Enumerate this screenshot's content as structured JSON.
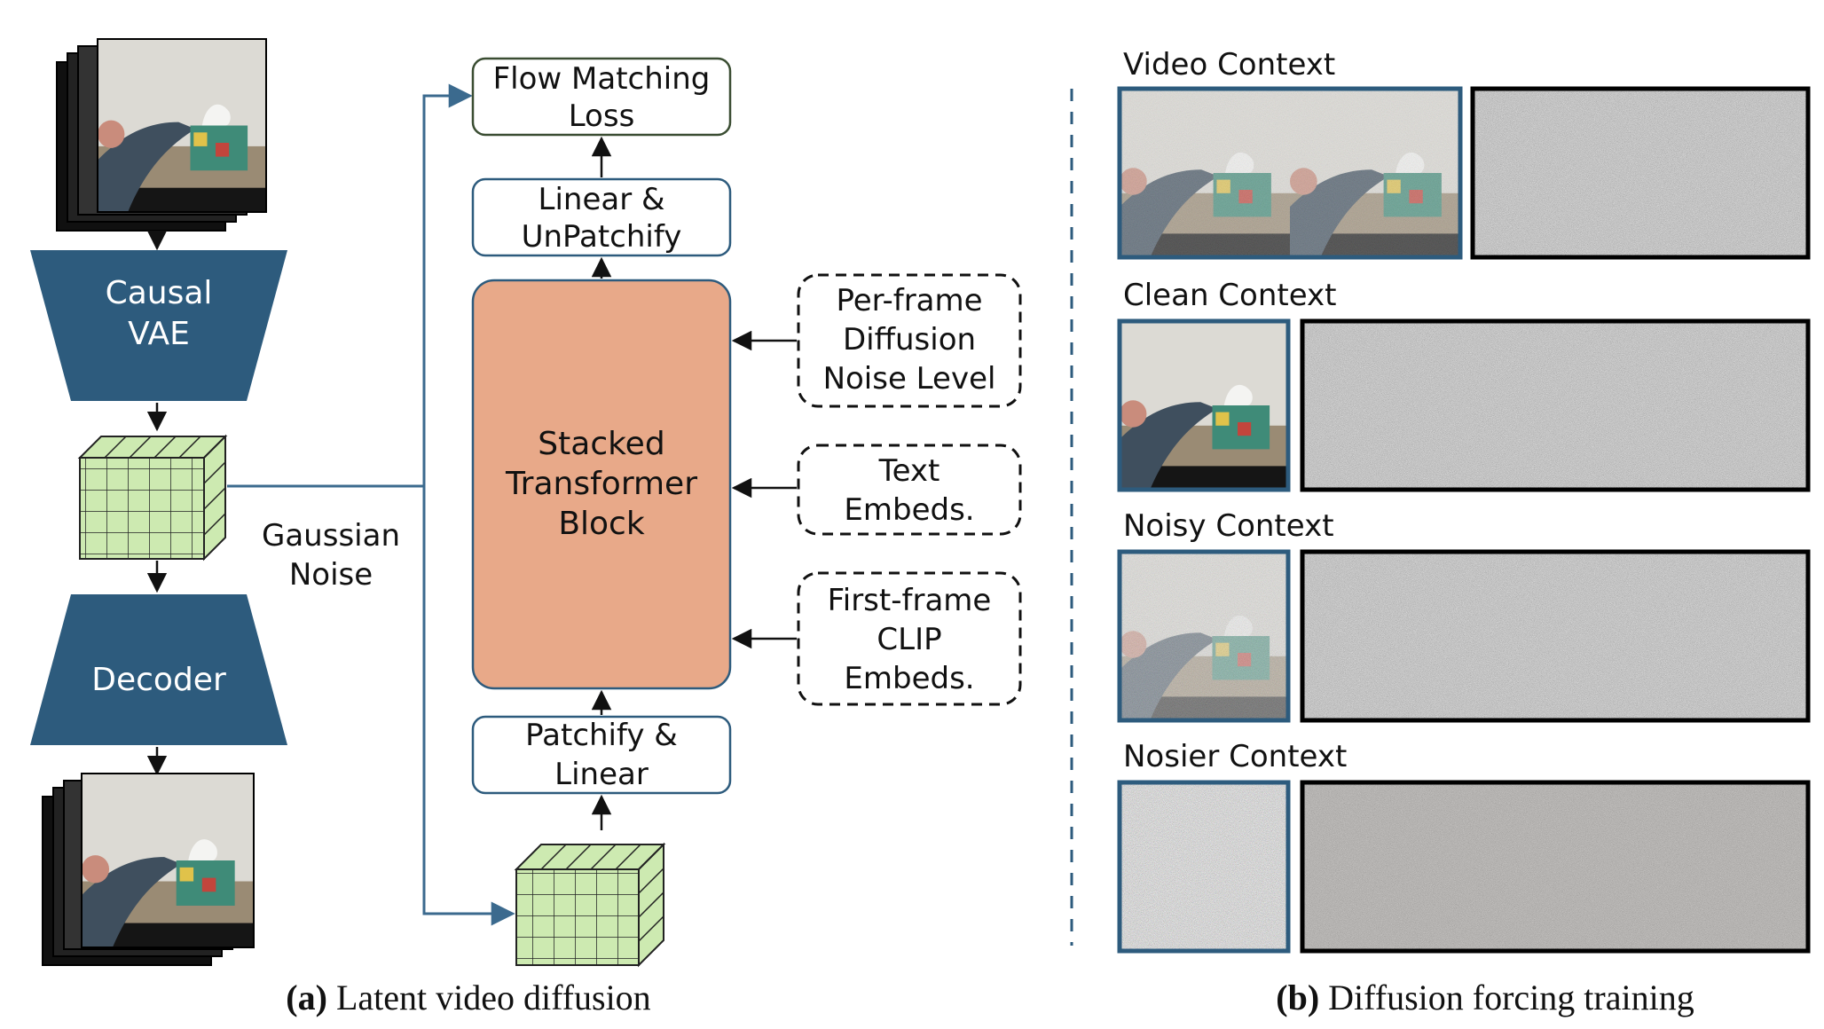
{
  "panel_a": {
    "vae_label_1": "Causal",
    "vae_label_2": "VAE",
    "decoder_label": "Decoder",
    "noise_label_1": "Gaussian",
    "noise_label_2": "Noise",
    "loss_label_1": "Flow Matching",
    "loss_label_2": "Loss",
    "unpatchify_label_1": "Linear &",
    "unpatchify_label_2": "UnPatchify",
    "transformer_label_1": "Stacked",
    "transformer_label_2": "Transformer",
    "transformer_label_3": "Block",
    "patchify_label_1": "Patchify  &",
    "patchify_label_2": "Linear",
    "cond_noise_1": "Per-frame",
    "cond_noise_2": "Diffusion",
    "cond_noise_3": "Noise Level",
    "cond_text_1": "Text",
    "cond_text_2": "Embeds.",
    "cond_clip_1": "First-frame",
    "cond_clip_2": "CLIP",
    "cond_clip_3": "Embeds.",
    "caption_bold": "(a)",
    "caption_text": " Latent video diffusion"
  },
  "panel_b": {
    "rows": [
      {
        "label": "Video Context"
      },
      {
        "label": "Clean Context"
      },
      {
        "label": "Noisy Context"
      },
      {
        "label": "Nosier Context"
      }
    ],
    "caption_bold": "(b)",
    "caption_text": " Diffusion forcing training"
  },
  "colors": {
    "dark_blue": "#2d5b7d",
    "transformer": "#e8a989",
    "latent_green": "#cdeab1",
    "loss_border": "#3a4d32"
  }
}
